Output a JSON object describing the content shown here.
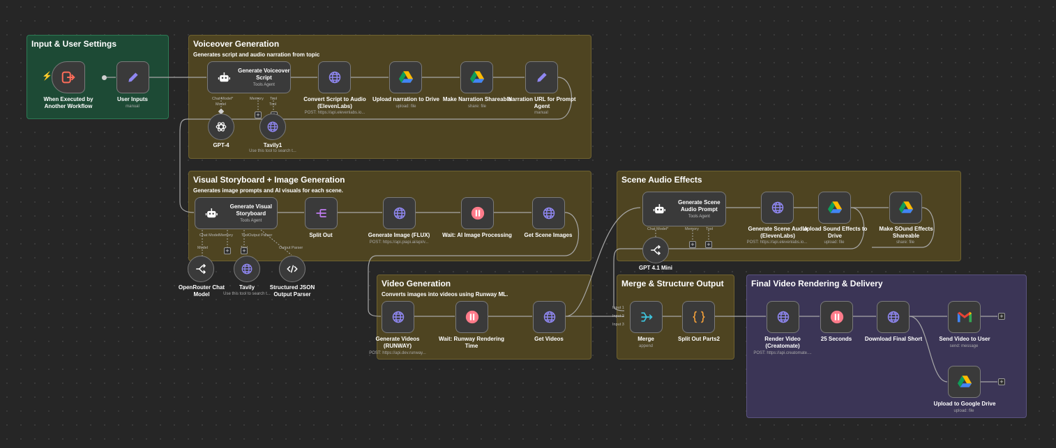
{
  "groups": {
    "input": {
      "title": "Input & User Settings"
    },
    "voiceover": {
      "title": "Voiceover Generation",
      "subtitle": "Generates script and audio narration from topic"
    },
    "storyboard": {
      "title": "Visual Storyboard + Image Generation",
      "subtitle": "Generates image prompts and AI visuals for each scene."
    },
    "scene_audio": {
      "title": "Scene Audio Effects"
    },
    "video": {
      "title": "Video Generation",
      "subtitle": "Converts images into videos using Runway ML."
    },
    "merge": {
      "title": "Merge & Structure Output"
    },
    "final": {
      "title": "Final Video Rendering & Delivery"
    }
  },
  "nodes": {
    "trigger": {
      "title": "When Executed by Another Workflow",
      "icon": "sign-in-icon"
    },
    "user_inputs": {
      "title": "User Inputs",
      "sub": "manual",
      "icon": "pencil-icon"
    },
    "gen_voiceover": {
      "title": "Generate Voiceover Script",
      "sub": "Tools Agent",
      "icon": "robot-icon"
    },
    "convert_script": {
      "title": "Convert Script to Audio (ElevenLabs)",
      "sub": "POST: https://api.elevenlabs.io...",
      "icon": "globe-icon"
    },
    "upload_narration": {
      "title": "Upload narration to Drive",
      "sub": "upload: file",
      "icon": "google-drive-icon"
    },
    "make_shareable": {
      "title": "Make Narration Shareable",
      "sub": "share: file",
      "icon": "google-drive-icon"
    },
    "narration_url": {
      "title": "Narration URL for Prompt Agent",
      "sub": "manual",
      "icon": "pencil-icon"
    },
    "gpt4": {
      "title": "GPT-4",
      "icon": "openai-icon"
    },
    "tavily1": {
      "title": "Tavily1",
      "sub": "Use this tool to search t...",
      "icon": "globe-icon"
    },
    "gen_storyboard": {
      "title": "Generate Visual Storyboard",
      "sub": "Tools Agent",
      "icon": "robot-icon"
    },
    "split_out": {
      "title": "Split Out",
      "icon": "split-icon"
    },
    "gen_image": {
      "title": "Generate Image (FLUX)",
      "sub": "POST: https://api.piapi.ai/api/v...",
      "icon": "globe-icon"
    },
    "wait_image": {
      "title": "Wait: AI Image Processing",
      "icon": "pause-icon"
    },
    "get_scene_images": {
      "title": "Get Scene Images",
      "icon": "globe-icon"
    },
    "openrouter": {
      "title": "OpenRouter Chat Model",
      "icon": "openrouter-icon"
    },
    "tavily": {
      "title": "Tavily",
      "sub": "Use this tool to search t...",
      "icon": "globe-icon"
    },
    "json_parser": {
      "title": "Structured JSON Output Parser",
      "icon": "code-icon"
    },
    "gen_scene_audio_prompt": {
      "title": "Generate Scene Audio Prompt",
      "sub": "Tools Agent",
      "icon": "robot-icon"
    },
    "gen_scene_audio": {
      "title": "Generate Scene Audio (ElevenLabs)",
      "sub": "POST: https://api.elevenlabs.io...",
      "icon": "globe-icon"
    },
    "upload_sfx": {
      "title": "Upload Sound Effects to Drive",
      "sub": "upload: file",
      "icon": "google-drive-icon"
    },
    "make_sfx_shareable": {
      "title": "Make SOund Effects Shareable",
      "sub": "share: file",
      "icon": "google-drive-icon"
    },
    "gpt41mini": {
      "title": "GPT 4.1 Mini",
      "icon": "openrouter-icon"
    },
    "gen_videos": {
      "title": "Generate Videos (RUNWAY)",
      "sub": "POST: https://api.dev.runway...",
      "icon": "globe-icon"
    },
    "wait_runway": {
      "title": "Wait: Runway Rendering Time",
      "icon": "pause-icon"
    },
    "get_videos": {
      "title": "Get Videos",
      "icon": "globe-icon"
    },
    "merge": {
      "title": "Merge",
      "sub": "append",
      "icon": "merge-icon",
      "inputs": [
        "Input 1",
        "Input 2",
        "Input 3"
      ]
    },
    "split_parts": {
      "title": "Split Out Parts2",
      "icon": "braces-icon"
    },
    "render_video": {
      "title": "Render Video (Creatomate)",
      "sub": "POST: https://api.creatomate....",
      "icon": "globe-icon"
    },
    "wait_25": {
      "title": "25 Seconds",
      "icon": "pause-icon"
    },
    "download_short": {
      "title": "Download Final Short",
      "icon": "globe-icon"
    },
    "send_video": {
      "title": "Send Video to User",
      "sub": "send: message",
      "icon": "gmail-icon"
    },
    "upload_gdrive": {
      "title": "Upload to Google Drive",
      "sub": "upload: file",
      "icon": "google-drive-icon"
    }
  },
  "ports": {
    "chat_model": "Chat Model",
    "chat_model_req": "Chat Model*",
    "chat_model_mem": "Chat ModelMemory",
    "memory": "Memory",
    "tool": "Tool",
    "tool_parser": "ToolOutput Parser",
    "model": "Model",
    "output_parser": "Output Parser",
    "plus": "+"
  },
  "colors": {
    "accent_orange": "#ff6d5a",
    "globe_purple": "#8f87f1",
    "pause_pink": "#ff7b8a",
    "code_orange": "#f6a23a"
  }
}
